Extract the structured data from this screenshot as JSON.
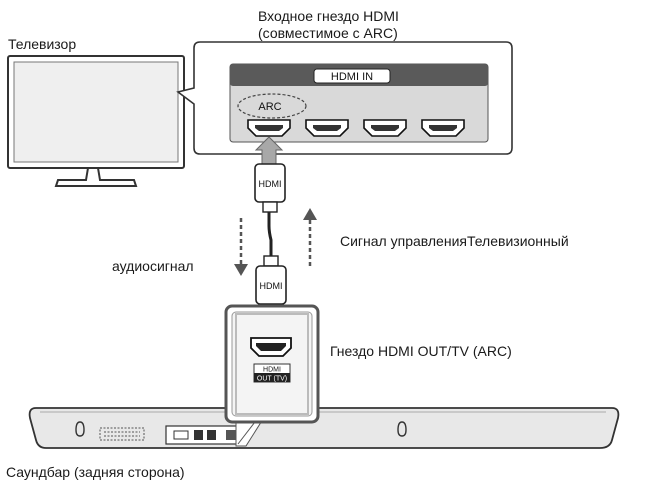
{
  "labels": {
    "tv": "Телевизор",
    "hdmi_in_line1": "Входное гнездо HDMI",
    "hdmi_in_line2": "(совместимое с ARC)",
    "audio_signal": "аудиосигнал",
    "control_signal": "Сигнал управленияТелевизионный",
    "hdmi_out": "Гнездо HDMI OUT/TV (ARC)",
    "soundbar": "Саундбар (задняя сторона)"
  },
  "panel": {
    "hdmi_in_badge": "HDMI IN",
    "arc_badge": "ARC"
  },
  "cable": {
    "plug_top": "HDMI",
    "plug_bottom": "HDMI"
  },
  "soundbar_jack": {
    "line1": "HDMI",
    "line2": "OUT (TV)"
  },
  "colors": {
    "panel_dark": "#5a5a5a",
    "panel_light": "#d8d8d8",
    "tv_screen": "#ececec",
    "cable": "#222222",
    "soundbar_body": "#e6e6e6"
  }
}
